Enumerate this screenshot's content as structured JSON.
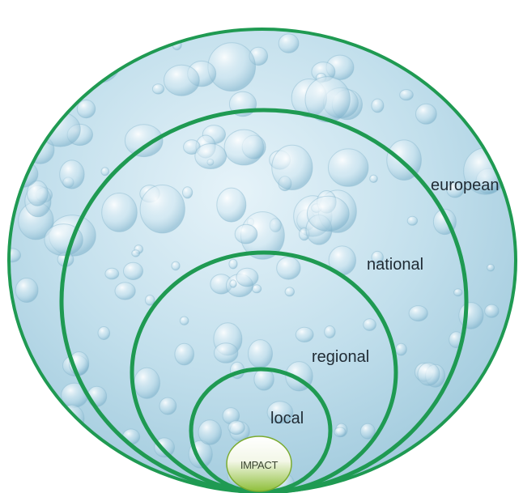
{
  "diagram": {
    "rings": [
      {
        "id": "european",
        "label": "european"
      },
      {
        "id": "national",
        "label": "national"
      },
      {
        "id": "regional",
        "label": "regional"
      },
      {
        "id": "local",
        "label": "local"
      }
    ],
    "core": {
      "label": "IMPACT"
    },
    "colors": {
      "ring_stroke": "#1f9a52",
      "water_light": "#dbeef6",
      "water_mid": "#b7d8e8",
      "water_dark": "#8fbfd6",
      "core_fill_top": "#ffffff",
      "core_fill_bottom": "#93c23c"
    }
  }
}
